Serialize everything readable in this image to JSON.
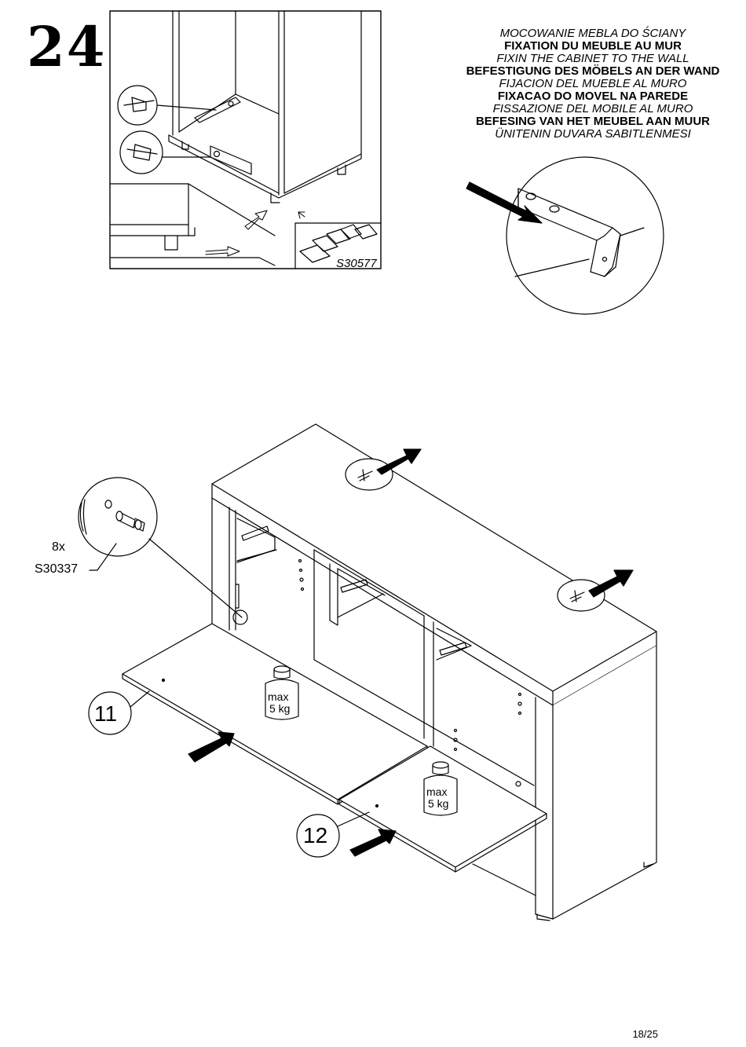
{
  "step": "24",
  "titles": [
    {
      "text": "MOCOWANIE MEBLA DO ŚCIANY",
      "style": "italic"
    },
    {
      "text": "FIXATION DU MEUBLE AU MUR",
      "style": "bold"
    },
    {
      "text": "FIXIN THE CABINET TO THE WALL",
      "style": "italic"
    },
    {
      "text": "BEFESTIGUNG DES MÖBELS AN DER WAND",
      "style": "bold"
    },
    {
      "text": "FIJACION DEL MUEBLE AL MURO",
      "style": "italic"
    },
    {
      "text": "FIXACAO DO MOVEL NA PAREDE",
      "style": "bold"
    },
    {
      "text": "FISSAZIONE DEL MOBILE AL MURO",
      "style": "italic"
    },
    {
      "text": "BEFESING VAN HET MEUBEL AAN MUUR",
      "style": "bold"
    },
    {
      "text": "ÜNITENIN DUVARA SABITLENMESI",
      "style": "italic"
    }
  ],
  "inset_part_code": "S30577",
  "pin_quantity": "8x",
  "pin_part_code": "S30337",
  "weight_label_top": "max",
  "weight_label_bottom": "5 kg",
  "part_11": "11",
  "part_12": "12",
  "page_number": "18/25"
}
